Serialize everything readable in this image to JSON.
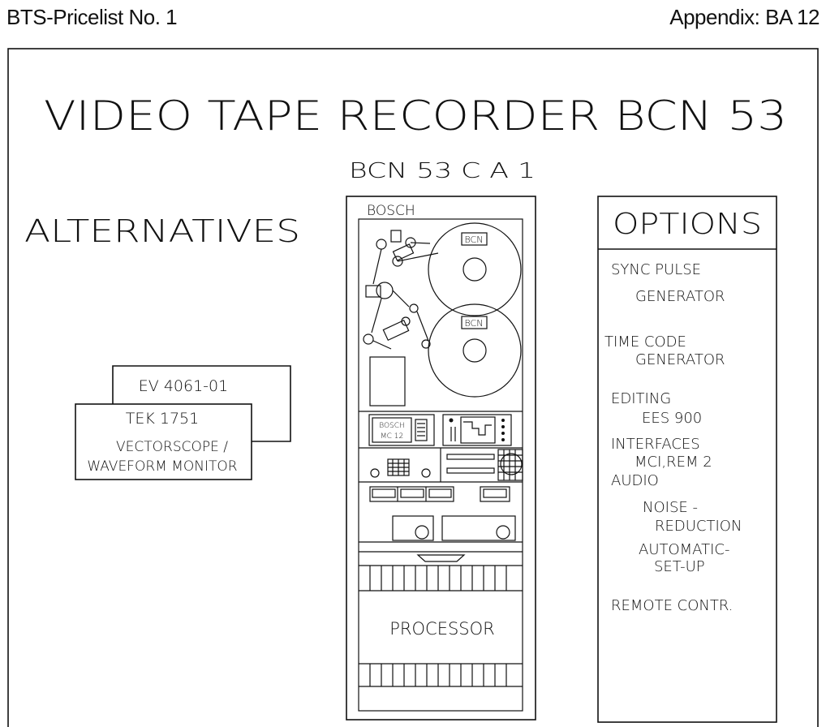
{
  "header": {
    "left": "BTS-Pricelist No. 1",
    "right": "Appendix:  BA 12"
  },
  "diagram": {
    "title": "VIDEO TAPE RECORDER BCN 53",
    "model": "BCN 53 C A 1",
    "alternatives": {
      "heading": "ALTERNATIVES",
      "back_card": "EV 4061-01",
      "front_card": {
        "model": "TEK 1751",
        "line1": "VECTORSCOPE /",
        "line2": "WAVEFORM MONITOR"
      }
    },
    "recorder": {
      "brand": "BOSCH",
      "reel_label_top": "BCN",
      "reel_label_bottom": "BCN",
      "control_brand": "BOSCH",
      "control_model": "MC 12",
      "section_label": "PROCESSOR"
    },
    "options": {
      "heading": "OPTIONS",
      "items": [
        "SYNC PULSE",
        "GENERATOR",
        "TIME CODE",
        "GENERATOR",
        "EDITING",
        "EES 900",
        "INTERFACES",
        "MCI,REM 2",
        "AUDIO",
        "NOISE -",
        "REDUCTION",
        "AUTOMATIC-",
        "SET-UP",
        "REMOTE CONTR."
      ]
    }
  }
}
